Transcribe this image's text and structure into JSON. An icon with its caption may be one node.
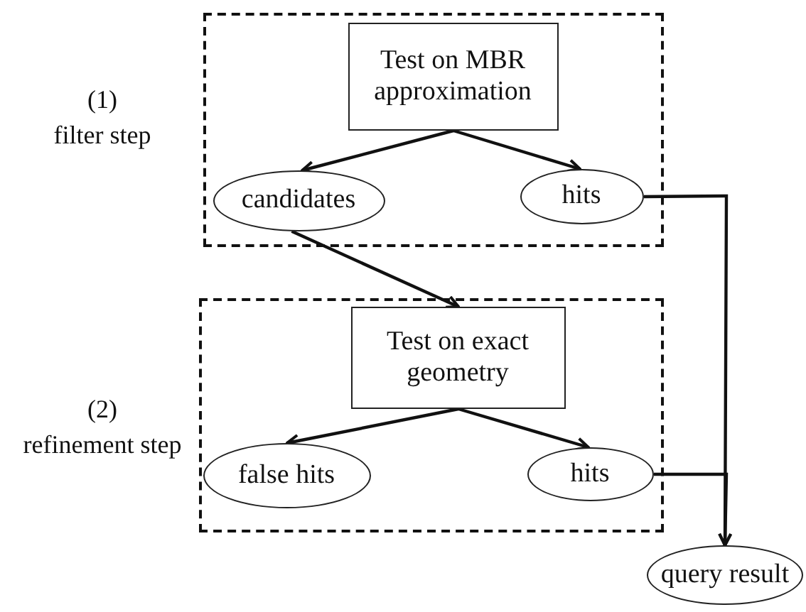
{
  "diagram": {
    "nodes": [
      {
        "text": [],
        "shape": "box",
        "beside": [
          "(1)",
          "filter step"
        ]
      },
      {
        "text": [
          "Test on MBR approximation"
        ],
        "in": 0
      },
      {
        "text": [
          "candidates"
        ],
        "in": 0
      },
      {
        "text": [
          "hits"
        ],
        "in": 0
      },
      {
        "text": [],
        "shape": "box",
        "beside": [
          "(2)",
          "refinement step"
        ]
      },
      {
        "text": [
          "Test on exact geometry"
        ],
        "in": 4
      },
      {
        "text": [
          "false hits"
        ],
        "in": 4
      },
      {
        "text": [
          "hits"
        ],
        "in": 4
      },
      {
        "text": [
          "query result"
        ]
      }
    ],
    "edges": [
      {
        "from": 1,
        "to": 2,
        "arrow": "to"
      },
      {
        "from": 1,
        "to": 3,
        "arrow": "to"
      },
      {
        "from": 2,
        "to": 5,
        "arrow": "to"
      },
      {
        "from": 5,
        "to": 6,
        "arrow": "to"
      },
      {
        "from": 5,
        "to": 7,
        "arrow": "to"
      },
      {
        "from": 3,
        "to": 8,
        "arrow": "to"
      },
      {
        "from": 7,
        "to": 8,
        "arrow": "to"
      }
    ]
  }
}
